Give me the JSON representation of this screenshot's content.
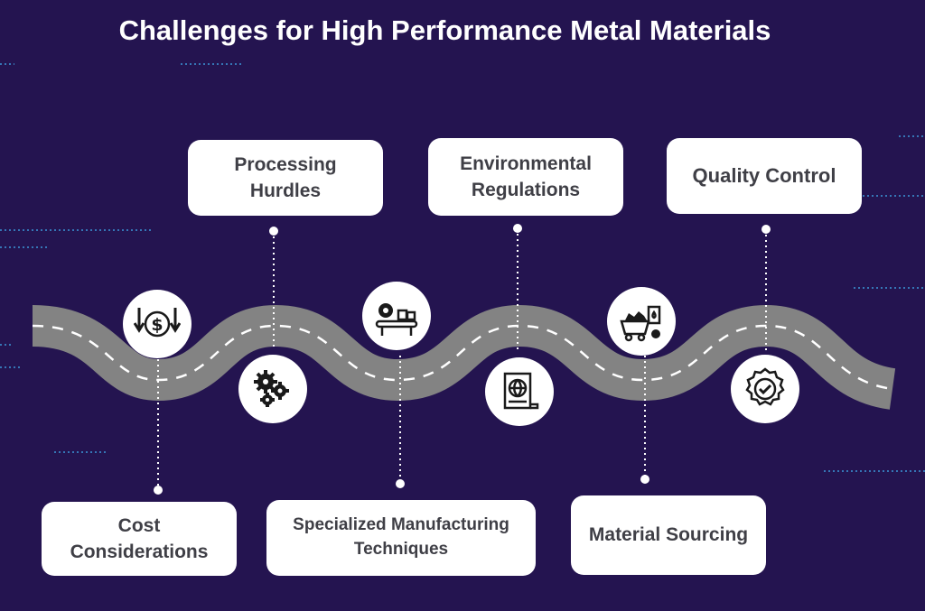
{
  "title": "Challenges for High Performance Metal Materials",
  "steps": [
    {
      "id": "cost",
      "label": "Cost Considerations",
      "icon": "dollar-cost-icon"
    },
    {
      "id": "processing",
      "label": "Processing Hurdles",
      "icon": "gears-icon"
    },
    {
      "id": "manufacturing",
      "label": "Specialized Manufacturing Techniques",
      "icon": "conveyor-machine-icon"
    },
    {
      "id": "environmental",
      "label": "Environmental Regulations",
      "icon": "globe-document-icon"
    },
    {
      "id": "sourcing",
      "label": "Material Sourcing",
      "icon": "mining-cart-icon"
    },
    {
      "id": "quality",
      "label": "Quality Control",
      "icon": "quality-badge-icon"
    }
  ],
  "colors": {
    "background": "#241450",
    "road": "#838383",
    "road_dash": "#ffffff",
    "card": "#ffffff",
    "card_text": "#3f3f46",
    "icon": "#1a1a1a"
  }
}
